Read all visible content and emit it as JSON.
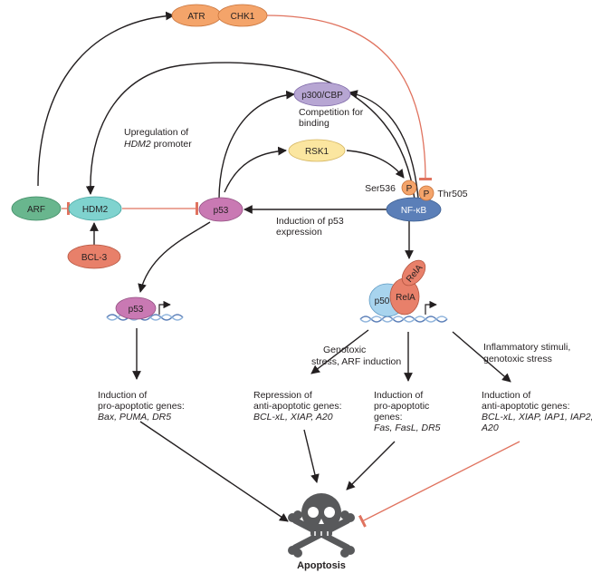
{
  "nodes": {
    "atr": "ATR",
    "chk1": "CHK1",
    "p300_cbp": "p300/CBP",
    "rsk1": "RSK1",
    "arf": "ARF",
    "hdm2": "HDM2",
    "p53_center": "p53",
    "nfkb": "NF-κB",
    "bcl3": "BCL-3",
    "p53_dna": "p53",
    "p50": "p50",
    "rela": "RelA",
    "rela_top": "RelA",
    "p_ser": "P",
    "p_thr": "P",
    "apoptosis": "Apoptosis"
  },
  "labels": {
    "ser536": "Ser536",
    "thr505": "Thr505",
    "upregulation_1": "Upregulation of",
    "upregulation_2_italic": "HDM2",
    "upregulation_2_rest": " promoter",
    "competition_1": "Competition for",
    "competition_2": "binding",
    "induction_p53_1": "Induction of p53",
    "induction_p53_2": "expression",
    "genotoxic_1": "Genotoxic",
    "genotoxic_2": "stress, ARF induction",
    "inflammatory_1": "Inflammatory stimuli,",
    "inflammatory_2": "genotoxic stress"
  },
  "outcomes": {
    "p53_pro": {
      "line1": "Induction of",
      "line2": "pro-apoptotic genes:",
      "genes": "Bax, PUMA, DR5"
    },
    "repression": {
      "line1": "Repression of",
      "line2": "anti-apoptotic genes:",
      "genes": "BCL-xL, XIAP, A20"
    },
    "nfkb_pro": {
      "line1": "Induction of",
      "line2": "pro-apoptotic",
      "line3": "genes:",
      "genes": "Fas, FasL, DR5"
    },
    "anti": {
      "line1": "Induction of",
      "line2": "anti-apoptotic genes:",
      "genes_line1": "BCL-xL, XIAP, IAP1, IAP2,",
      "genes_line2": "A20"
    }
  },
  "colors": {
    "orange": "#f4a46a",
    "purple": "#b7a6d3",
    "yellow": "#fbe6a0",
    "green": "#69b68e",
    "teal": "#7fd3cf",
    "magenta": "#c979b3",
    "blue": "#5b7fb8",
    "coral": "#e8806a",
    "red_inhibit": "#e0735f",
    "light_blue": "#a8d4ee",
    "arrow": "#231f20"
  }
}
